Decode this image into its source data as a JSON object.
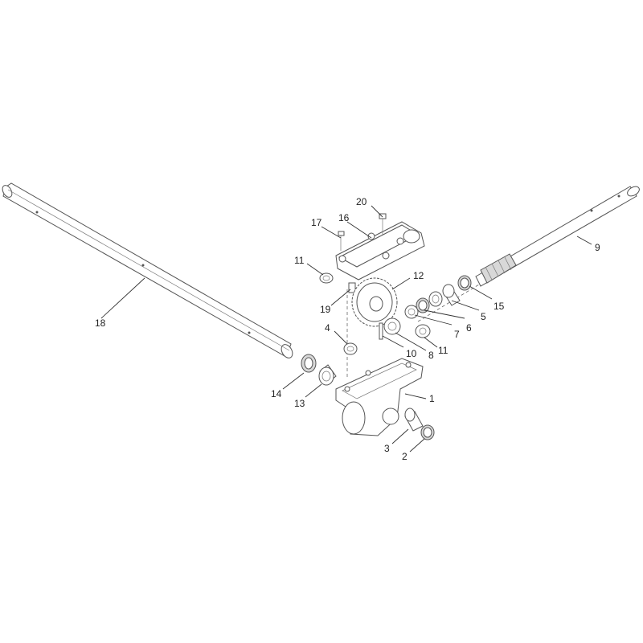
{
  "callouts": [
    {
      "id": "1",
      "text": "1"
    },
    {
      "id": "2",
      "text": "2"
    },
    {
      "id": "3",
      "text": "3"
    },
    {
      "id": "4",
      "text": "4"
    },
    {
      "id": "5",
      "text": "5"
    },
    {
      "id": "6",
      "text": "6"
    },
    {
      "id": "7",
      "text": "7"
    },
    {
      "id": "8",
      "text": "8"
    },
    {
      "id": "9",
      "text": "9"
    },
    {
      "id": "10",
      "text": "10"
    },
    {
      "id": "11a",
      "text": "11"
    },
    {
      "id": "11b",
      "text": "11"
    },
    {
      "id": "12",
      "text": "12"
    },
    {
      "id": "13",
      "text": "13"
    },
    {
      "id": "14",
      "text": "14"
    },
    {
      "id": "15",
      "text": "15"
    },
    {
      "id": "16",
      "text": "16"
    },
    {
      "id": "17",
      "text": "17"
    },
    {
      "id": "18",
      "text": "18"
    },
    {
      "id": "19",
      "text": "19"
    },
    {
      "id": "20",
      "text": "20"
    }
  ]
}
